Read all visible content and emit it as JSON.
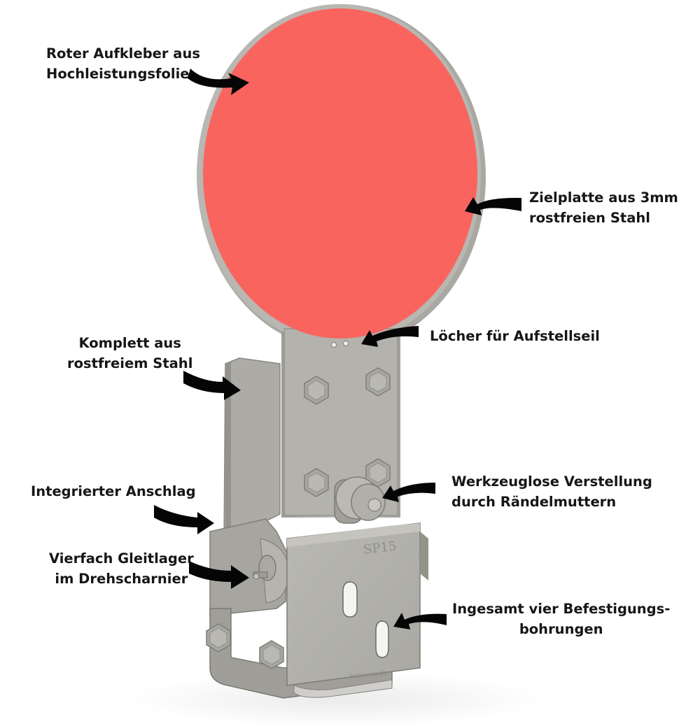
{
  "colors": {
    "target_red": "#FA645F",
    "steel": "#B4B3AE",
    "steel_dark": "#8E8D88",
    "steel_light": "#D4D3CE",
    "arrow": "#050505",
    "text": "#161616"
  },
  "labels": {
    "sticker": {
      "lines": [
        "Roter Aufkleber aus",
        "Hochleistungsfolie"
      ],
      "arrow_icon": "curved-arrow-icon"
    },
    "plate": {
      "lines": [
        "Zielplatte aus 3mm",
        "rostfreien Stahl"
      ],
      "arrow_icon": "curved-arrow-icon"
    },
    "holes": {
      "lines": [
        "Löcher für Aufstellseil"
      ],
      "arrow_icon": "curved-arrow-icon"
    },
    "steel": {
      "lines": [
        "Komplett aus",
        "rostfreiem Stahl"
      ],
      "arrow_icon": "curved-arrow-icon"
    },
    "adjust": {
      "lines": [
        "Werkzeuglose Verstellung",
        "durch Rändelmuttern"
      ],
      "arrow_icon": "curved-arrow-icon"
    },
    "stop": {
      "lines": [
        "Integrierter Anschlag"
      ],
      "arrow_icon": "curved-arrow-icon"
    },
    "bearing": {
      "lines": [
        "Vierfach Gleitlager",
        "im Drehscharnier"
      ],
      "arrow_icon": "curved-arrow-icon"
    },
    "mounting": {
      "lines": [
        "Ingesamt vier Befestigungs-",
        "bohrungen"
      ],
      "arrow_icon": "curved-arrow-icon"
    }
  },
  "product": {
    "model_stamp": "SP15",
    "maker_engraving": "hotzwalz.de"
  }
}
